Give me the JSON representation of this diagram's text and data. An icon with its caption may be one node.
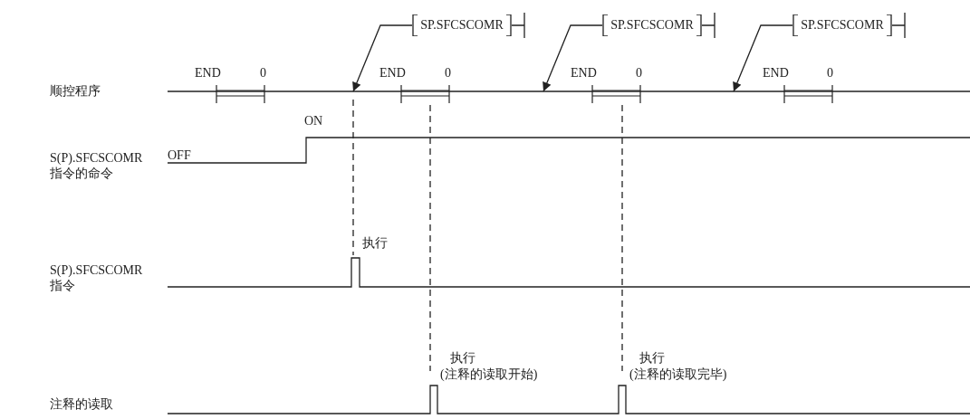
{
  "diagram": {
    "nodes": [
      {
        "text": [
          "SP.SFCSCOMR"
        ]
      },
      {
        "text": [
          "SP.SFCSCOMR"
        ]
      },
      {
        "text": [
          "SP.SFCSCOMR"
        ]
      }
    ],
    "edges": [
      {
        "from": 0,
        "to": null,
        "arrow": "to"
      },
      {
        "from": 1,
        "to": null,
        "arrow": "to"
      },
      {
        "from": 2,
        "to": null,
        "arrow": "to"
      }
    ],
    "labels": [
      "顺控程序",
      "END",
      "0",
      "END",
      "0",
      "END",
      "0",
      "END",
      "0",
      "ON",
      "S(P).SFCSCOMR",
      "指令的命令",
      "OFF",
      "执行",
      "S(P).SFCSCOMR",
      "指令",
      "执行",
      "(注释的读取开始)",
      "执行",
      "(注释的读取完毕)",
      "注释的读取"
    ]
  }
}
